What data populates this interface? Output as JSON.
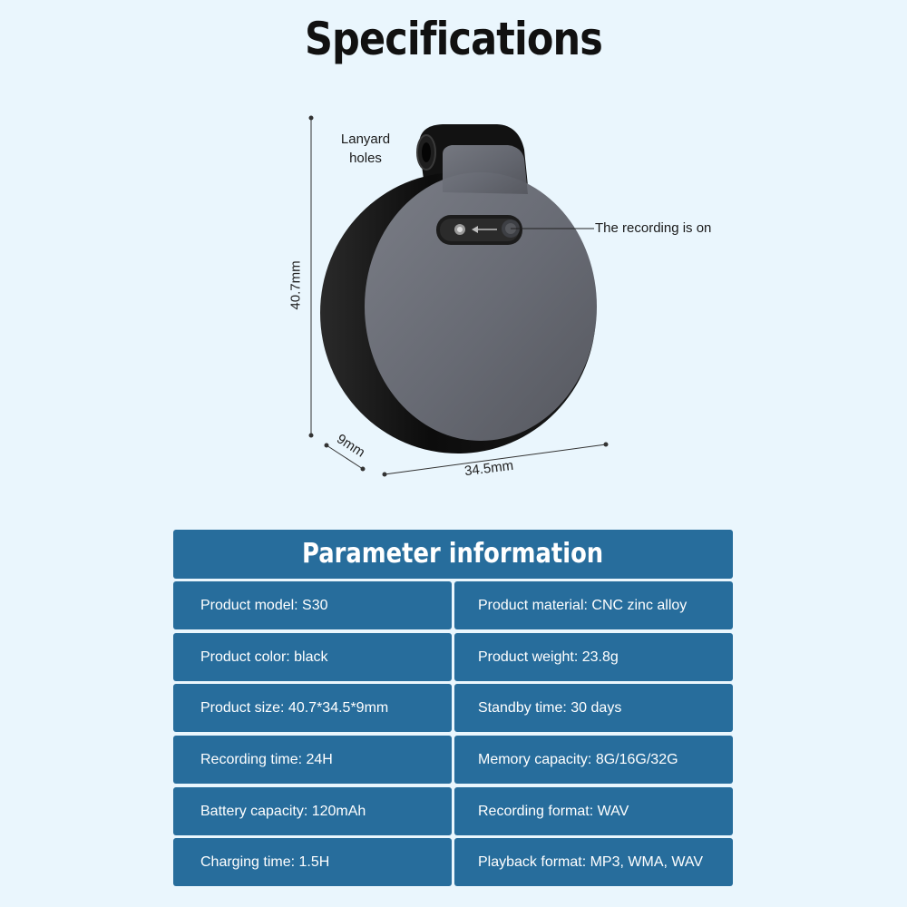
{
  "page": {
    "title": "Specifications"
  },
  "product_image": {
    "callouts": {
      "lanyard_line1": "Lanyard",
      "lanyard_line2": "holes",
      "recording": "The recording is on"
    },
    "dimensions": {
      "height": "40.7mm",
      "depth": "9mm",
      "width": "34.5mm"
    },
    "colors": {
      "body_shell": "#141414",
      "face_plate": "#6b6e76",
      "background": "#eaf6fd"
    }
  },
  "parameters": {
    "header": "Parameter information",
    "rows": [
      {
        "left": "Product model: S30",
        "right": "Product material: CNC zinc alloy"
      },
      {
        "left": "Product color: black",
        "right": "Product weight: 23.8g"
      },
      {
        "left": "Product size: 40.7*34.5*9mm",
        "right": "Standby time: 30 days"
      },
      {
        "left": "Recording time: 24H",
        "right": "Memory capacity: 8G/16G/32G"
      },
      {
        "left": "Battery capacity: 120mAh",
        "right": "Recording format: WAV"
      },
      {
        "left": "Charging time: 1.5H",
        "right": "Playback format: MP3, WMA, WAV"
      }
    ],
    "accent_color": "#276d9c"
  }
}
